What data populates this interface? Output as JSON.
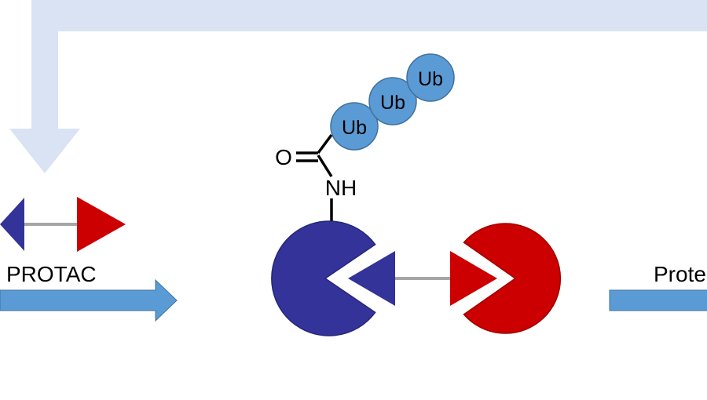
{
  "labels": {
    "left_arrow": "PROTAC",
    "right_arrow": "Prote"
  },
  "chemistry": {
    "oxygen": "O",
    "amide": "NH"
  },
  "ubiquitin": [
    "Ub",
    "Ub",
    "Ub"
  ],
  "colors": {
    "recycle_arrow": "#dae3f3",
    "process_arrow": "#5b9bd5",
    "ubiquitin_fill": "#5b9bd5",
    "e3_ligase": "#333399",
    "target_protein": "#cc0000",
    "linker": "#a6a6a6",
    "ink": "#000000"
  }
}
